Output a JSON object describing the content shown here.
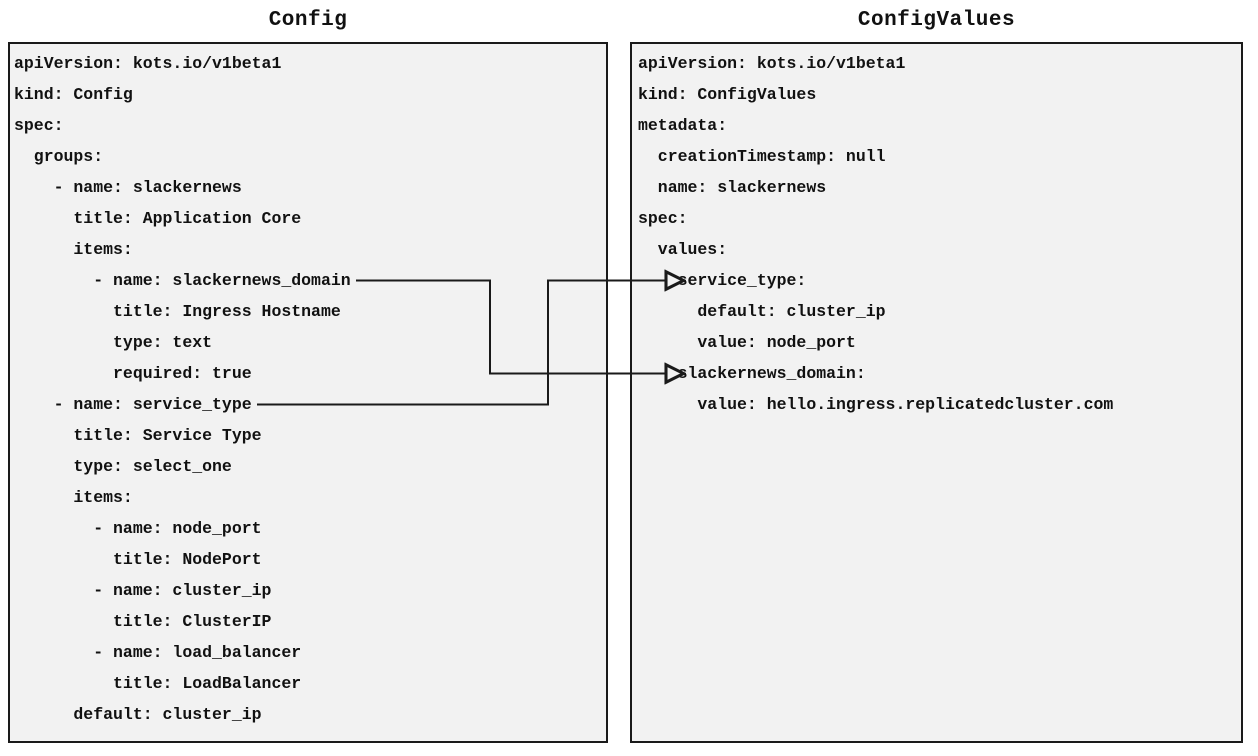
{
  "left_panel": {
    "title": "Config",
    "yaml_lines": [
      "apiVersion: kots.io/v1beta1",
      "kind: Config",
      "spec:",
      "  groups:",
      "    - name: slackernews",
      "      title: Application Core",
      "      items:",
      "        - name: slackernews_domain",
      "          title: Ingress Hostname",
      "          type: text",
      "          required: true",
      "    - name: service_type",
      "      title: Service Type",
      "      type: select_one",
      "      items:",
      "        - name: node_port",
      "          title: NodePort",
      "        - name: cluster_ip",
      "          title: ClusterIP",
      "        - name: load_balancer",
      "          title: LoadBalancer",
      "      default: cluster_ip"
    ]
  },
  "right_panel": {
    "title": "ConfigValues",
    "yaml_lines": [
      "apiVersion: kots.io/v1beta1",
      "kind: ConfigValues",
      "metadata:",
      "  creationTimestamp: null",
      "  name: slackernews",
      "spec:",
      "  values:",
      "    service_type:",
      "      default: cluster_ip",
      "      value: node_port",
      "    slackernews_domain:",
      "      value: hello.ingress.replicatedcluster.com"
    ]
  },
  "connections": [
    {
      "from_key": "slackernews_domain",
      "to_key": "slackernews_domain"
    },
    {
      "from_key": "service_type",
      "to_key": "service_type"
    }
  ],
  "colors": {
    "panel_bg": "#f2f2f2",
    "panel_border": "#1a1a1a",
    "text": "#111111",
    "arrow": "#1a1a1a"
  }
}
